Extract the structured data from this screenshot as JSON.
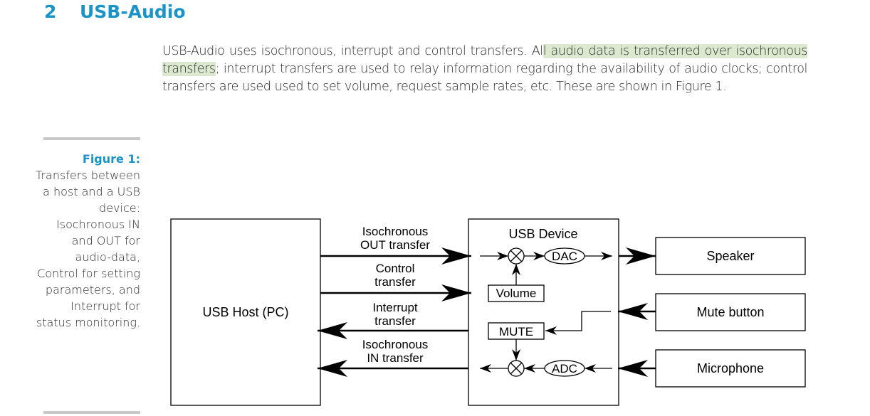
{
  "section": {
    "number": "2",
    "title": "USB-Audio"
  },
  "paragraph": {
    "before": "USB-Audio uses isochronous, interrupt and control transfers. Al",
    "highlight": "l audio data is transferred over isochronous transfers",
    "after": "; interrupt transfers are used to relay information regarding the availability of audio clocks; control transfers are used used to set volume, request sample rates, etc. These are shown in Figure 1."
  },
  "figure": {
    "label": "Figure 1:",
    "caption": "Transfers between a host and a USB device: Isochronous IN and OUT for audio-data, Control for setting parameters, and Interrupt for status monitoring."
  },
  "diagram": {
    "host": "USB Host (PC)",
    "device": "USB Device",
    "transfers": {
      "iso_out_1": "Isochronous",
      "iso_out_2": "OUT transfer",
      "control_1": "Control",
      "control_2": "transfer",
      "interrupt_1": "Interrupt",
      "interrupt_2": "transfer",
      "iso_in_1": "Isochronous",
      "iso_in_2": "IN transfer"
    },
    "blocks": {
      "dac": "DAC",
      "adc": "ADC",
      "volume": "Volume",
      "mute": "MUTE"
    },
    "peripherals": {
      "speaker": "Speaker",
      "mute_button": "Mute button",
      "microphone": "Microphone"
    }
  }
}
